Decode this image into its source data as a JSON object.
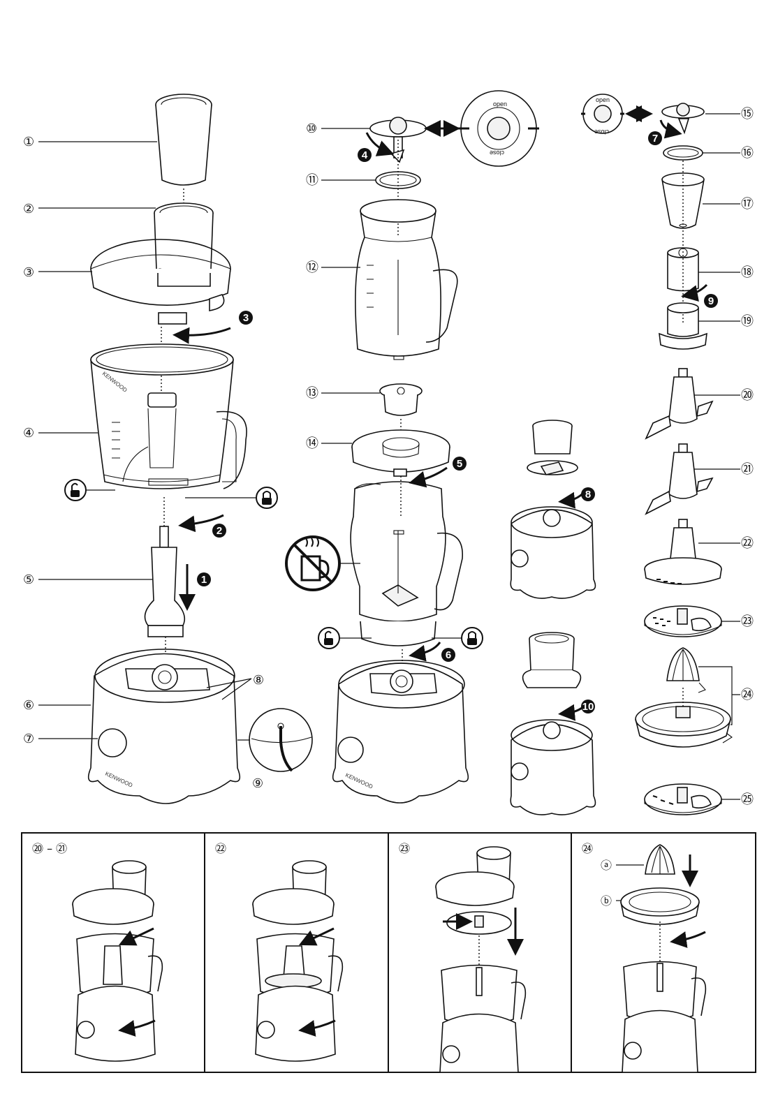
{
  "parts": [
    {
      "id": "1",
      "label": "①"
    },
    {
      "id": "2",
      "label": "②"
    },
    {
      "id": "3",
      "label": "③"
    },
    {
      "id": "4",
      "label": "④"
    },
    {
      "id": "5",
      "label": "⑤"
    },
    {
      "id": "6",
      "label": "⑥"
    },
    {
      "id": "7",
      "label": "⑦"
    },
    {
      "id": "8",
      "label": "⑧"
    },
    {
      "id": "9",
      "label": "⑨"
    },
    {
      "id": "10",
      "label": "⑩"
    },
    {
      "id": "11",
      "label": "⑪"
    },
    {
      "id": "12",
      "label": "⑫"
    },
    {
      "id": "13",
      "label": "⑬"
    },
    {
      "id": "14",
      "label": "⑭"
    },
    {
      "id": "15",
      "label": "⑮"
    },
    {
      "id": "16",
      "label": "⑯"
    },
    {
      "id": "17",
      "label": "⑰"
    },
    {
      "id": "18",
      "label": "⑱"
    },
    {
      "id": "19",
      "label": "⑲"
    },
    {
      "id": "20",
      "label": "⑳"
    },
    {
      "id": "21",
      "label": "㉑"
    },
    {
      "id": "22",
      "label": "㉒"
    },
    {
      "id": "23",
      "label": "㉓"
    },
    {
      "id": "24",
      "label": "㉔"
    },
    {
      "id": "25",
      "label": "㉕"
    }
  ],
  "steps": [
    "1",
    "2",
    "3",
    "4",
    "5",
    "6",
    "7",
    "8",
    "9",
    "10"
  ],
  "lid_text": {
    "open": "open",
    "close": "close"
  },
  "brand": "KENWOOD",
  "panels": [
    {
      "title": "⑳ – ㉑"
    },
    {
      "title": "㉒"
    },
    {
      "title": "㉓"
    },
    {
      "title": "㉔"
    }
  ],
  "sub_labels": {
    "a": "ⓐ",
    "b": "ⓑ"
  },
  "icons": [
    "lock-open-icon",
    "lock-closed-icon",
    "no-hot-liquids-icon"
  ]
}
